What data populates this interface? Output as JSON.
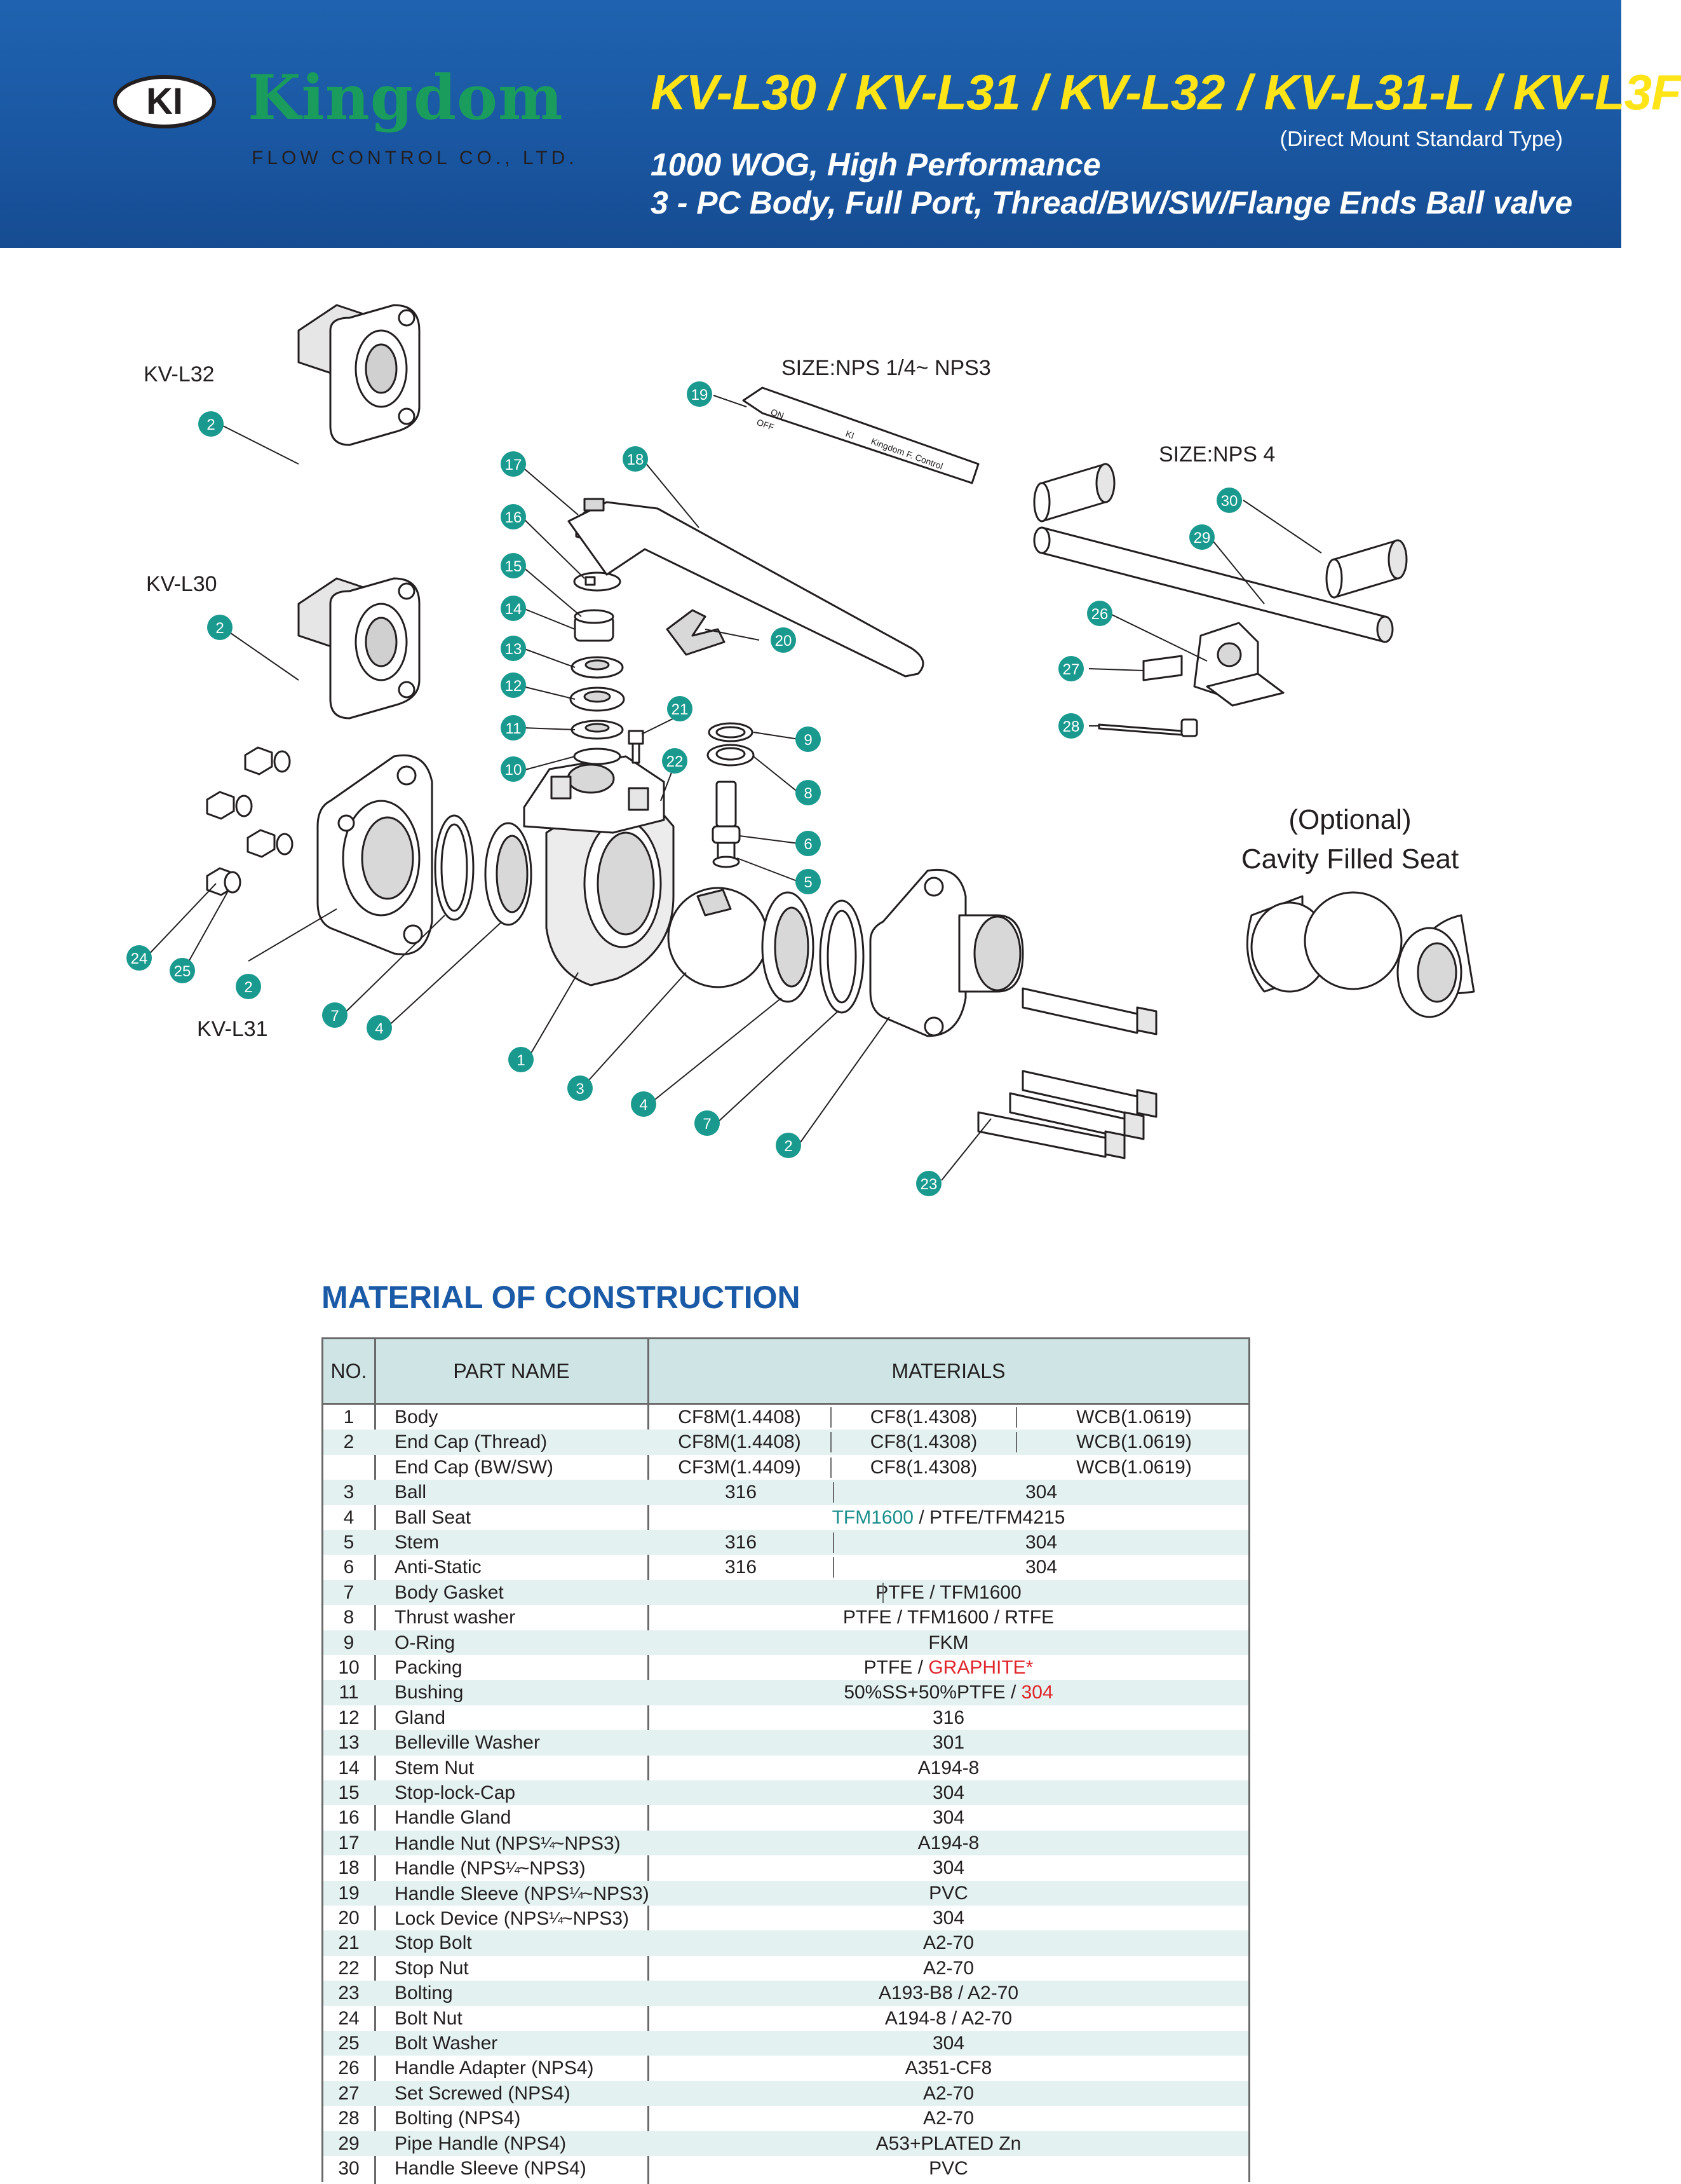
{
  "header": {
    "logo_mark": "KI",
    "logo_word": "Kingdom",
    "logo_sub": "FLOW CONTROL CO., LTD.",
    "models": "KV-L30 / KV-L31 / KV-L32 / KV-L31-L / KV-L3F",
    "mount_type": "(Direct Mount Standard Type)",
    "subtitle_1": "1000 WOG, High Performance",
    "subtitle_2": "3 - PC Body, Full Port, Thread/BW/SW/Flange Ends Ball valve"
  },
  "diagram": {
    "size_label_main": "SIZE:NPS 1/4~ NPS3",
    "size_label_nps4": "SIZE:NPS 4",
    "variant_kv_l32": "KV-L32",
    "variant_kv_l30": "KV-L30",
    "variant_kv_l31": "KV-L31",
    "optional_line_1": "(Optional)",
    "optional_line_2": "Cavity Filled Seat",
    "handle_sleeve_text": [
      "ON",
      "OFF",
      "KI",
      "Kingdom F. Control"
    ],
    "callouts": [
      "1",
      "2",
      "3",
      "4",
      "5",
      "6",
      "7",
      "8",
      "9",
      "10",
      "11",
      "12",
      "13",
      "14",
      "15",
      "16",
      "17",
      "18",
      "19",
      "20",
      "21",
      "22",
      "23",
      "24",
      "25",
      "26",
      "27",
      "28",
      "29",
      "30"
    ],
    "callout_color": "#1a9a8f"
  },
  "materials": {
    "title": "MATERIAL OF CONSTRUCTION",
    "columns": {
      "no": "NO.",
      "part": "PART NAME",
      "materials": "MATERIALS"
    },
    "rows": [
      {
        "no": "1",
        "name": "Body",
        "m": [
          "CF8M(1.4408)",
          "CF8(1.4308)",
          "WCB(1.0619)"
        ]
      },
      {
        "no": "2",
        "name": "End Cap (Thread)",
        "m": [
          "CF8M(1.4408)",
          "CF8(1.4308)",
          "WCB(1.0619)"
        ]
      },
      {
        "no": "",
        "name": "End Cap (BW/SW)",
        "m": [
          "CF3M(1.4409)",
          "CF8(1.4308)",
          "WCB(1.0619)"
        ]
      },
      {
        "no": "3",
        "name": "Ball",
        "h": [
          "316",
          "304"
        ]
      },
      {
        "no": "4",
        "name": "Ball Seat",
        "full_teal": "TFM1600",
        "full": " / PTFE/TFM4215"
      },
      {
        "no": "5",
        "name": "Stem",
        "h": [
          "316",
          "304"
        ]
      },
      {
        "no": "6",
        "name": "Anti-Static",
        "h": [
          "316",
          "304"
        ]
      },
      {
        "no": "7",
        "name": "Body Gasket",
        "full": "PTFE / TFM1600"
      },
      {
        "no": "8",
        "name": "Thrust washer",
        "full": "PTFE / TFM1600 / RTFE"
      },
      {
        "no": "9",
        "name": "O-Ring",
        "full": "FKM"
      },
      {
        "no": "10",
        "name": "Packing",
        "full": "PTFE / ",
        "full_red": "GRAPHITE*"
      },
      {
        "no": "11",
        "name": "Bushing",
        "full": "50%SS+50%PTFE / ",
        "full_red": "304"
      },
      {
        "no": "12",
        "name": "Gland",
        "full": "316"
      },
      {
        "no": "13",
        "name": "Belleville Washer",
        "full": "301"
      },
      {
        "no": "14",
        "name": "Stem Nut",
        "full": "A194-8"
      },
      {
        "no": "15",
        "name": "Stop-lock-Cap",
        "full": "304"
      },
      {
        "no": "16",
        "name": "Handle Gland",
        "full": "304"
      },
      {
        "no": "17",
        "name": "Handle Nut  (NPS¼~NPS3)",
        "full": "A194-8"
      },
      {
        "no": "18",
        "name": "Handle  (NPS¼~NPS3)",
        "full": "304"
      },
      {
        "no": "19",
        "name": "Handle Sleeve  (NPS¼~NPS3)",
        "full": "PVC"
      },
      {
        "no": "20",
        "name": "Lock Device  (NPS¼~NPS3)",
        "full": "304"
      },
      {
        "no": "21",
        "name": "Stop Bolt",
        "full": "A2-70"
      },
      {
        "no": "22",
        "name": "Stop Nut",
        "full": "A2-70"
      },
      {
        "no": "23",
        "name": "Bolting",
        "full": "A193-B8 / A2-70"
      },
      {
        "no": "24",
        "name": "Bolt Nut",
        "full": "A194-8 / A2-70"
      },
      {
        "no": "25",
        "name": "Bolt Washer",
        "full": "304"
      },
      {
        "no": "26",
        "name": "Handle Adapter  (NPS4)",
        "full": "A351-CF8"
      },
      {
        "no": "27",
        "name": "Set Screwed  (NPS4)",
        "full": "A2-70"
      },
      {
        "no": "28",
        "name": "Bolting  (NPS4)",
        "full": "A2-70"
      },
      {
        "no": "29",
        "name": "Pipe Handle  (NPS4)",
        "full": "A53+PLATED Zn"
      },
      {
        "no": "30",
        "name": "Handle Sleeve  (NPS4)",
        "full": "PVC"
      }
    ],
    "shade_color": "#e3f1f1",
    "header_color": "#cfe5e5"
  }
}
